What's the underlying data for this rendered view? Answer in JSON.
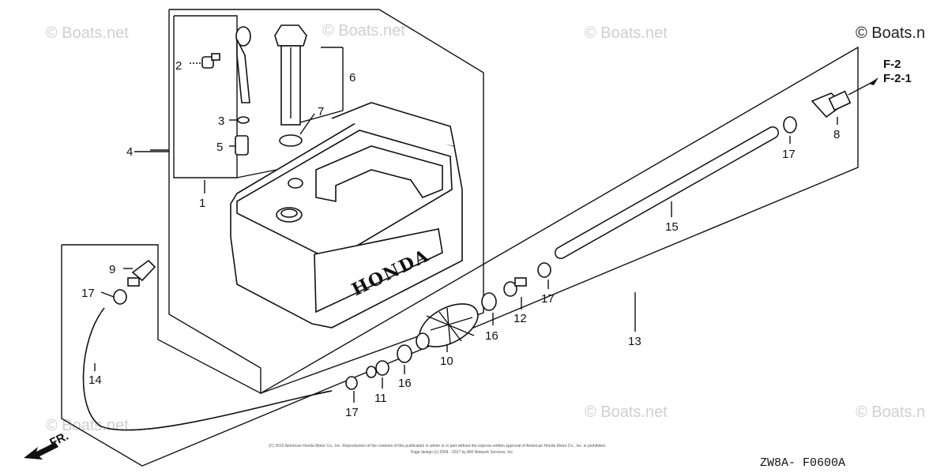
{
  "watermarks": [
    "© Boats.net",
    "© Boats.net",
    "© Boats.net",
    "© Boats.n",
    "© Boats.net",
    "© Boats.net",
    "© Boats.n"
  ],
  "callouts": {
    "p1": "1",
    "p2": "2",
    "p3": "3",
    "p4": "4",
    "p5": "5",
    "p6": "6",
    "p7": "7",
    "p8": "8",
    "p9": "9",
    "p10": "10",
    "p11": "11",
    "p12": "12",
    "p13": "13",
    "p14": "14",
    "p15": "15",
    "p16a": "16",
    "p16b": "16",
    "p17a": "17",
    "p17b": "17",
    "p17c": "17",
    "p17d": "17"
  },
  "refs": {
    "f2": "F-2",
    "f21": "F-2-1"
  },
  "direction_label": "FR.",
  "tank_brand": "HONDA",
  "diagram_code": "ZW8A- F0600A",
  "copyright_lines": [
    "(C) 2015 American Honda Motor Co., Inc. Reproduction of the contents of this publication in whole or in part without the express written approval of American Honda Motor Co., Inc. is prohibited.",
    "Page design (c) 2004 - 2017 by ARI Network Services, Inc."
  ]
}
